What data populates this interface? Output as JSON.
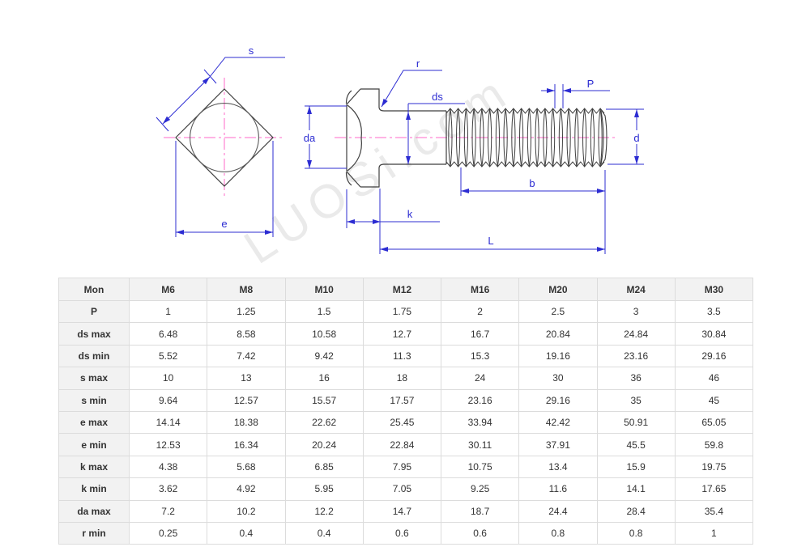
{
  "watermark": "LUOSi.com",
  "diagram": {
    "labels": {
      "s": "s",
      "e": "e",
      "r": "r",
      "ds": "ds",
      "da": "da",
      "k": "k",
      "L": "L",
      "b": "b",
      "P": "P",
      "d": "d"
    },
    "colors": {
      "dimension": "#2c2cd2",
      "centerline": "#ff69c8",
      "outline": "#3f3f3f"
    }
  },
  "table": {
    "columns": [
      "Mon",
      "M6",
      "M8",
      "M10",
      "M12",
      "M16",
      "M20",
      "M24",
      "M30"
    ],
    "rows": [
      {
        "label": "P",
        "values": [
          "1",
          "1.25",
          "1.5",
          "1.75",
          "2",
          "2.5",
          "3",
          "3.5"
        ]
      },
      {
        "label": "ds max",
        "values": [
          "6.48",
          "8.58",
          "10.58",
          "12.7",
          "16.7",
          "20.84",
          "24.84",
          "30.84"
        ]
      },
      {
        "label": "ds min",
        "values": [
          "5.52",
          "7.42",
          "9.42",
          "11.3",
          "15.3",
          "19.16",
          "23.16",
          "29.16"
        ]
      },
      {
        "label": "s max",
        "values": [
          "10",
          "13",
          "16",
          "18",
          "24",
          "30",
          "36",
          "46"
        ]
      },
      {
        "label": "s min",
        "values": [
          "9.64",
          "12.57",
          "15.57",
          "17.57",
          "23.16",
          "29.16",
          "35",
          "45"
        ]
      },
      {
        "label": "e max",
        "values": [
          "14.14",
          "18.38",
          "22.62",
          "25.45",
          "33.94",
          "42.42",
          "50.91",
          "65.05"
        ]
      },
      {
        "label": "e min",
        "values": [
          "12.53",
          "16.34",
          "20.24",
          "22.84",
          "30.11",
          "37.91",
          "45.5",
          "59.8"
        ]
      },
      {
        "label": "k max",
        "values": [
          "4.38",
          "5.68",
          "6.85",
          "7.95",
          "10.75",
          "13.4",
          "15.9",
          "19.75"
        ]
      },
      {
        "label": "k min",
        "values": [
          "3.62",
          "4.92",
          "5.95",
          "7.05",
          "9.25",
          "11.6",
          "14.1",
          "17.65"
        ]
      },
      {
        "label": "da max",
        "values": [
          "7.2",
          "10.2",
          "12.2",
          "14.7",
          "18.7",
          "24.4",
          "28.4",
          "35.4"
        ]
      },
      {
        "label": "r min",
        "values": [
          "0.25",
          "0.4",
          "0.4",
          "0.6",
          "0.6",
          "0.8",
          "0.8",
          "1"
        ]
      }
    ]
  }
}
